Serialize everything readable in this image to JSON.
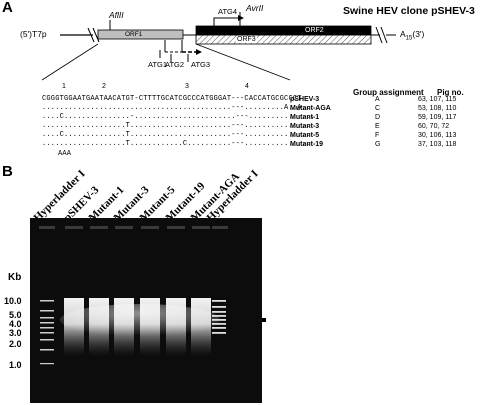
{
  "panelA": {
    "letter": "A",
    "title": "Swine HEV clone pSHEV-3",
    "promoter": "(5')T7p",
    "orf1": "ORF1",
    "orf2": "ORF2",
    "orf3": "ORF3",
    "polyA": "A",
    "polyA_sub": "15",
    "polyA_end": "(3')",
    "afl": "AflII",
    "avr": "AvrII",
    "atg4": "ATG4",
    "atg1": "ATG1",
    "atg2": "ATG2",
    "atg3": "ATG3",
    "site_nums": [
      "1",
      "2",
      "3",
      "4"
    ],
    "seq_rows": [
      {
        "seq": "CGGGTGGAATGAATAACATGT-CTTTTGCATCGCCCATGGGAT---CACCATGCGCCCT",
        "name": "pSHEV-3",
        "group": "A",
        "pigs": "63, 107, 115"
      },
      {
        "seq": "...........................................---.........A..A..",
        "name": "Mutant-AGA",
        "group": "C",
        "pigs": "53, 108, 110"
      },
      {
        "seq": "....C...............-.......................---...............",
        "name": "Mutant-1",
        "group": "D",
        "pigs": "59, 109, 117"
      },
      {
        "seq": "...................T.......................---...............",
        "name": "Mutant-3",
        "group": "E",
        "pigs": "60, 70, 72"
      },
      {
        "seq": "....C..............T.......................---...............",
        "name": "Mutant-5",
        "group": "F",
        "pigs": "30, 106, 113"
      },
      {
        "seq": "...................T............C..........---...............",
        "name": "Mutant-19",
        "group": "G",
        "pigs": "37, 103, 118"
      }
    ],
    "aaa_marker": "AAA",
    "col_group": "Group assignment",
    "col_pig": "Pig no."
  },
  "panelB": {
    "letter": "B",
    "lanes": [
      "Hyperladder I",
      "pSHEV-3",
      "Mutant-1",
      "Mutant-3",
      "Mutant-5",
      "Mutant-19",
      "Mutant-AGA",
      "Hyperladder I"
    ],
    "kb_title": "Kb",
    "kb_marks": [
      "10.0",
      "5.0",
      "4.0",
      "3.0",
      "2.0",
      "1.0"
    ]
  }
}
